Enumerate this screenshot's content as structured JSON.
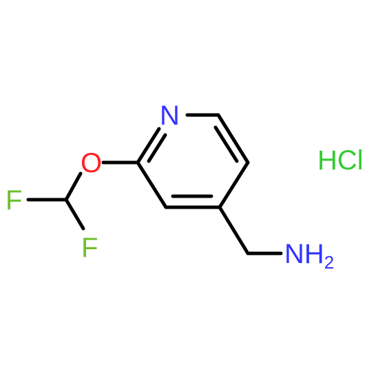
{
  "molecule": {
    "atoms": {
      "nitrogen_ring": {
        "text": "N",
        "color": "#3333ff"
      },
      "oxygen": {
        "text": "O",
        "color": "#ff2020"
      },
      "fluorine_1": {
        "text": "F",
        "color": "#6fbf2f"
      },
      "fluorine_2": {
        "text": "F",
        "color": "#6fbf2f"
      },
      "amine": {
        "text": "NH",
        "subscript": "2",
        "color": "#3333ff"
      }
    },
    "salt": {
      "text": "HCl",
      "color": "#33cc33"
    }
  }
}
